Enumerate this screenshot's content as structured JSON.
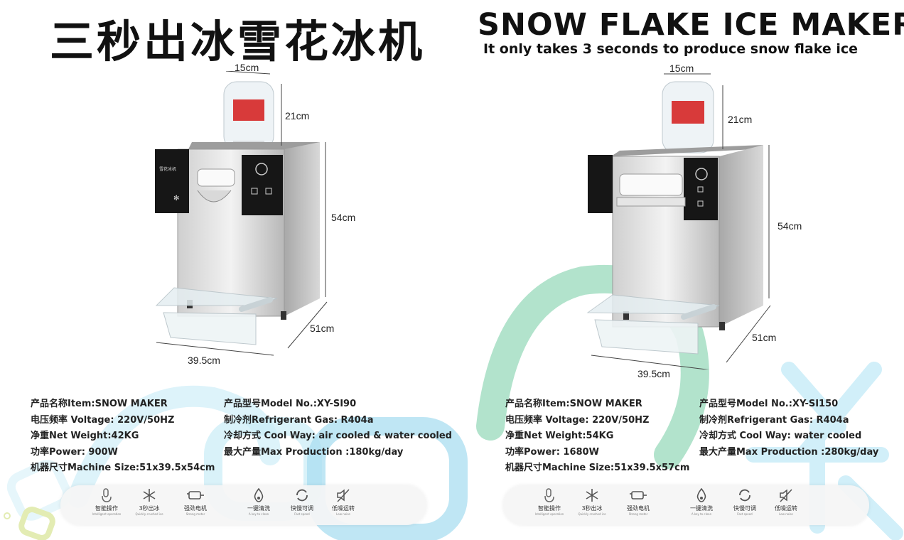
{
  "title_cn": "三秒出冰雪花冰机",
  "title_en": "SNOW FLAKE ICE MAKER",
  "subtitle": "It only takes 3 seconds to produce snow flake ice",
  "left_machine": {
    "dimensions": {
      "top_width": "15cm",
      "bottle_height": "21cm",
      "body_height": "54cm",
      "depth": "51cm",
      "width": "39.5cm"
    },
    "panel_label": "雪花冰机"
  },
  "right_machine": {
    "dimensions": {
      "top_width": "15cm",
      "bottle_height": "21cm",
      "body_height": "54cm",
      "depth": "51cm",
      "width": "39.5cm"
    }
  },
  "left_specs": {
    "col1": [
      "产品名称Item:SNOW MAKER",
      "电压频率 Voltage: 220V/50HZ",
      "净重Net Weight:42KG",
      "功率Power:  900W",
      "机器尺寸Machine Size:51x39.5x54cm"
    ],
    "col2": [
      "产品型号Model No.:XY-SI90",
      "制冷剂Refrigerant Gas: R404a",
      "冷却方式 Cool Way: air cooled & water cooled",
      "最大产量Max Production :180kg/day"
    ]
  },
  "right_specs": {
    "col1": [
      "产品名称Item:SNOW MAKER",
      "电压频率 Voltage: 220V/50HZ",
      "净重Net Weight:54KG",
      "功率Power: 1680W",
      "机器尺寸Machine Size:51x39.5x57cm"
    ],
    "col2": [
      "产品型号Model No.:XY-SI150",
      "制冷剂Refrigerant Gas: R404a",
      "冷却方式 Cool Way:  water cooled",
      "最大产量Max Production :280kg/day"
    ]
  },
  "features": [
    {
      "icon": "touch-icon",
      "label": "智能操作",
      "sub": "Intelligent operation"
    },
    {
      "icon": "snowflake-icon",
      "label": "3秒出冰",
      "sub": "Quickly crushed ice"
    },
    {
      "icon": "motor-icon",
      "label": "强劲电机",
      "sub": "Strong motor"
    },
    {
      "icon": "water-drop-icon",
      "label": "一键清洗",
      "sub": "A key to clean"
    },
    {
      "icon": "refresh-icon",
      "label": "快慢可调",
      "sub": "Fast speed"
    },
    {
      "icon": "mute-icon",
      "label": "低噪运转",
      "sub": "Low noise"
    }
  ],
  "colors": {
    "cyan_deco": "#a9def0",
    "green_deco": "#9fdcbf",
    "title": "#111111"
  }
}
